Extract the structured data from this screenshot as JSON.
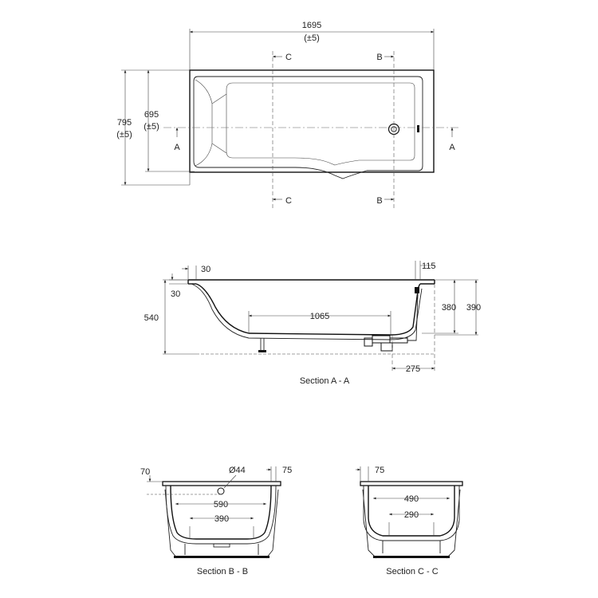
{
  "plan": {
    "length": "1695",
    "length_tol": "(±5)",
    "width_outer": "795",
    "width_outer_tol": "(±5)",
    "width_inner": "695",
    "width_inner_tol": "(±5)",
    "section_a": "A",
    "section_b": "B",
    "section_c": "C"
  },
  "section_aa": {
    "caption": "Section A - A",
    "rim_w": "30",
    "rim_h": "30",
    "rim_right": "115",
    "height": "540",
    "floor_len": "1065",
    "depth_inner": "380",
    "depth_outer": "390",
    "waste_offset": "275"
  },
  "section_bb": {
    "caption": "Section B - B",
    "rim_drop": "70",
    "overflow": "Ø44",
    "rim_w": "75",
    "top_w": "590",
    "floor_w": "390"
  },
  "section_cc": {
    "caption": "Section C - C",
    "rim_w": "75",
    "top_w": "490",
    "floor_w": "290"
  }
}
